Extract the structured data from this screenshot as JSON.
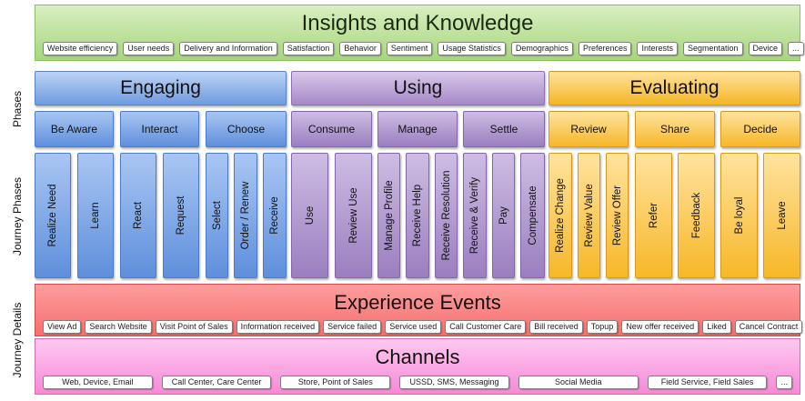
{
  "insights": {
    "title": "Insights and Knowledge",
    "tags": [
      "Website efficiency",
      "User needs",
      "Delivery and Information",
      "Satisfaction",
      "Behavior",
      "Sentiment",
      "Usage Statistics",
      "Demographics",
      "Preferences",
      "Interests",
      "Segmentation",
      "Device",
      "..."
    ]
  },
  "side_labels": {
    "phases": "Phases",
    "journey_phases": "Journey Phases",
    "journey_details": "Journey Details"
  },
  "phases": [
    {
      "label": "Engaging",
      "color": "#6f9be0",
      "subphases": [
        "Be Aware",
        "Interact",
        "Choose"
      ],
      "steps": [
        "Realize Need",
        "Learn",
        "React",
        "Request",
        "Select",
        "Order / Renew",
        "Receive"
      ]
    },
    {
      "label": "Using",
      "color": "#a688c8",
      "subphases": [
        "Consume",
        "Manage",
        "Settle"
      ],
      "steps": [
        "Use",
        "Review Use",
        "Manage Profile",
        "Receive Help",
        "Receive Resolution",
        "Receive & Verify",
        "Pay",
        "Compensate"
      ]
    },
    {
      "label": "Evaluating",
      "color": "#f5b625",
      "subphases": [
        "Review",
        "Share",
        "Decide"
      ],
      "steps": [
        "Realize Change",
        "Review Value",
        "Review Offer",
        "Refer",
        "Feedback",
        "Be loyal",
        "Leave"
      ]
    }
  ],
  "experience": {
    "title": "Experience Events",
    "tags": [
      "View Ad",
      "Search Website",
      "Visit Point of Sales",
      "Information received",
      "Service failed",
      "Service used",
      "Call Customer Care",
      "Bill received",
      "Topup",
      "New offer received",
      "Liked",
      "Cancel Contract",
      "..."
    ]
  },
  "channels": {
    "title": "Channels",
    "tags": [
      "Web, Device, Email",
      "Call Center, Care Center",
      "Store, Point of Sales",
      "USSD, SMS, Messaging",
      "Social Media",
      "Field Service, Field Sales",
      "..."
    ]
  }
}
